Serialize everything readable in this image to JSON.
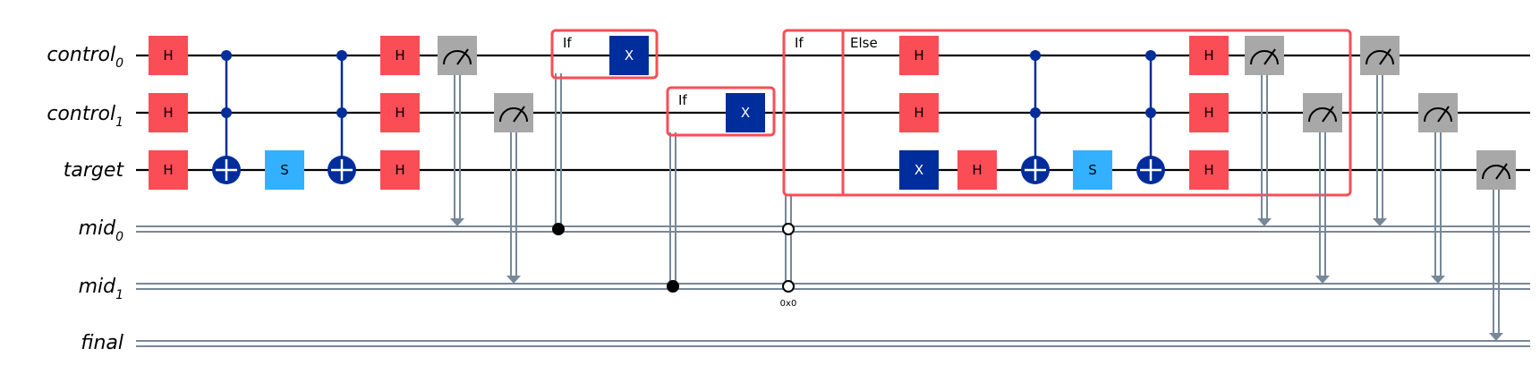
{
  "registers": {
    "control0": {
      "name": "control",
      "sub": "0"
    },
    "control1": {
      "name": "control",
      "sub": "1"
    },
    "target": {
      "name": "target",
      "sub": ""
    },
    "mid0": {
      "name": "mid",
      "sub": "0"
    },
    "mid1": {
      "name": "mid",
      "sub": "1"
    },
    "final": {
      "name": "final",
      "sub": ""
    }
  },
  "gate_labels": {
    "h": "H",
    "s": "S",
    "x": "X"
  },
  "box_labels": {
    "if": "If",
    "else": "Else"
  },
  "condition_value": "0x0",
  "colors": {
    "h_gate": "#FA4D56",
    "s_gate": "#33B1FF",
    "x_gate": "#002D9C",
    "control": "#002D9C",
    "measure": "#A8A8A8",
    "classical": "#778899",
    "box_outline": "#FA4D56",
    "wire": "#000000"
  }
}
